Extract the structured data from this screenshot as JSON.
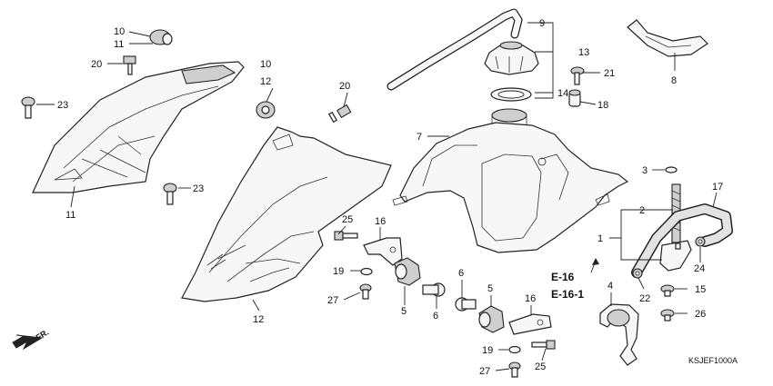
{
  "diagram": {
    "callouts": [
      {
        "id": "c10a",
        "text": "10"
      },
      {
        "id": "c11a",
        "text": "11"
      },
      {
        "id": "c20a",
        "text": "20"
      },
      {
        "id": "c23a",
        "text": "23"
      },
      {
        "id": "c11b",
        "text": "11"
      },
      {
        "id": "c10b",
        "text": "10"
      },
      {
        "id": "c12a",
        "text": "12"
      },
      {
        "id": "c20b",
        "text": "20"
      },
      {
        "id": "c23b",
        "text": "23"
      },
      {
        "id": "c12b",
        "text": "12"
      },
      {
        "id": "c9",
        "text": "9"
      },
      {
        "id": "c13",
        "text": "13"
      },
      {
        "id": "c21",
        "text": "21"
      },
      {
        "id": "c14",
        "text": "14"
      },
      {
        "id": "c18",
        "text": "18"
      },
      {
        "id": "c8",
        "text": "8"
      },
      {
        "id": "c7",
        "text": "7"
      },
      {
        "id": "c3",
        "text": "3"
      },
      {
        "id": "c17",
        "text": "17"
      },
      {
        "id": "c2",
        "text": "2"
      },
      {
        "id": "c1",
        "text": "1"
      },
      {
        "id": "c24",
        "text": "24"
      },
      {
        "id": "c22",
        "text": "22"
      },
      {
        "id": "c15",
        "text": "15"
      },
      {
        "id": "c4",
        "text": "4"
      },
      {
        "id": "c26",
        "text": "26"
      },
      {
        "id": "c25a",
        "text": "25"
      },
      {
        "id": "c16a",
        "text": "16"
      },
      {
        "id": "c19a",
        "text": "19"
      },
      {
        "id": "c27a",
        "text": "27"
      },
      {
        "id": "c5a",
        "text": "5"
      },
      {
        "id": "c6a",
        "text": "6"
      },
      {
        "id": "c6b",
        "text": "6"
      },
      {
        "id": "c5b",
        "text": "5"
      },
      {
        "id": "c16b",
        "text": "16"
      },
      {
        "id": "c19b",
        "text": "19"
      },
      {
        "id": "c27b",
        "text": "27"
      },
      {
        "id": "c25b",
        "text": "25"
      }
    ],
    "references": [
      "E-16",
      "E-16-1"
    ],
    "direction_label": "FR.",
    "diagram_code": "KSJEF1000A"
  }
}
